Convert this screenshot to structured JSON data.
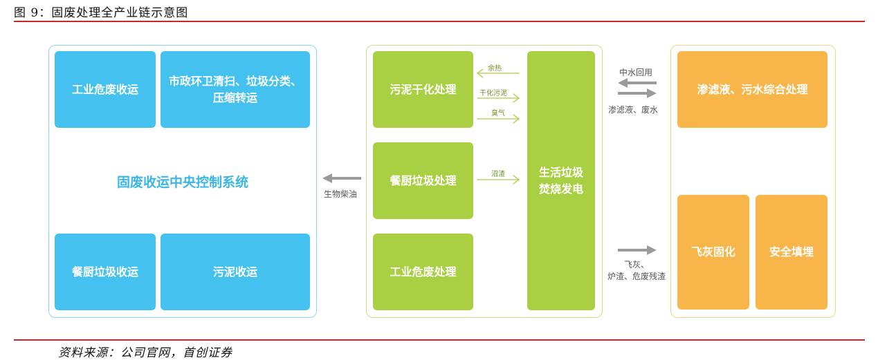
{
  "figure": {
    "title": "图 9：固废处理全产业链示意图",
    "source": "资料来源：公司官网，首创证券"
  },
  "left_panel": {
    "boxes": [
      "工业危废收运",
      "市政环卫清扫、垃圾分类、\n压缩转运",
      "餐厨垃圾收运",
      "污泥收运"
    ],
    "center_label": "固废收运中央控制系统"
  },
  "middle_panel": {
    "boxes": [
      "污泥干化处理",
      "餐厨垃圾处理",
      "工业危废处理"
    ],
    "core": "生活垃圾\n焚烧发电",
    "flows": {
      "waste_heat": "余热",
      "dried_sludge": "干化污泥",
      "odor": "臭气",
      "biogas_residue": "沼渣"
    }
  },
  "right_panel": {
    "boxes": [
      "渗滤液、污水综合处理",
      "飞灰固化",
      "安全填埋"
    ]
  },
  "connectors": {
    "biodiesel": "生物柴油",
    "reclaimed_water": "中水回用",
    "leachate": "渗滤液、废水",
    "fly_ash": "飞灰、\n炉渣、危废残渣"
  },
  "colors": {
    "blue": "#45c1ef",
    "green": "#a9cf42",
    "orange": "#f7b54a",
    "rule": "#c62828",
    "arrow_gray": "#9a9a9a"
  }
}
